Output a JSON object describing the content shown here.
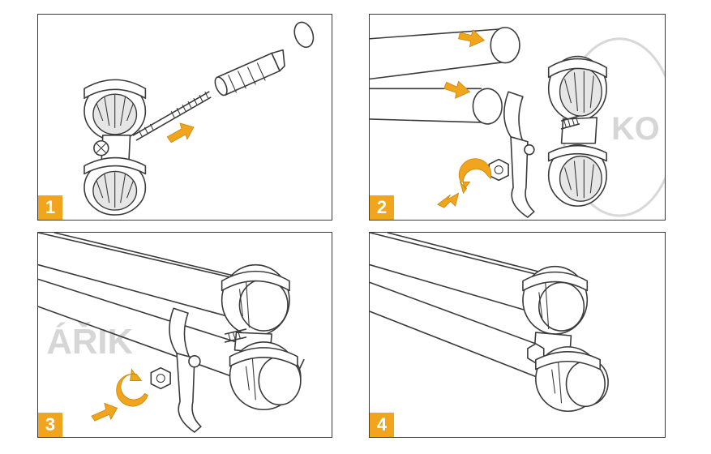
{
  "panels": [
    {
      "id": "panel-1",
      "step": "1"
    },
    {
      "id": "panel-2",
      "step": "2"
    },
    {
      "id": "panel-3",
      "step": "3"
    },
    {
      "id": "panel-4",
      "step": "4"
    }
  ],
  "colors": {
    "accent": "#f0a51c",
    "line": "#3a3a3a"
  }
}
